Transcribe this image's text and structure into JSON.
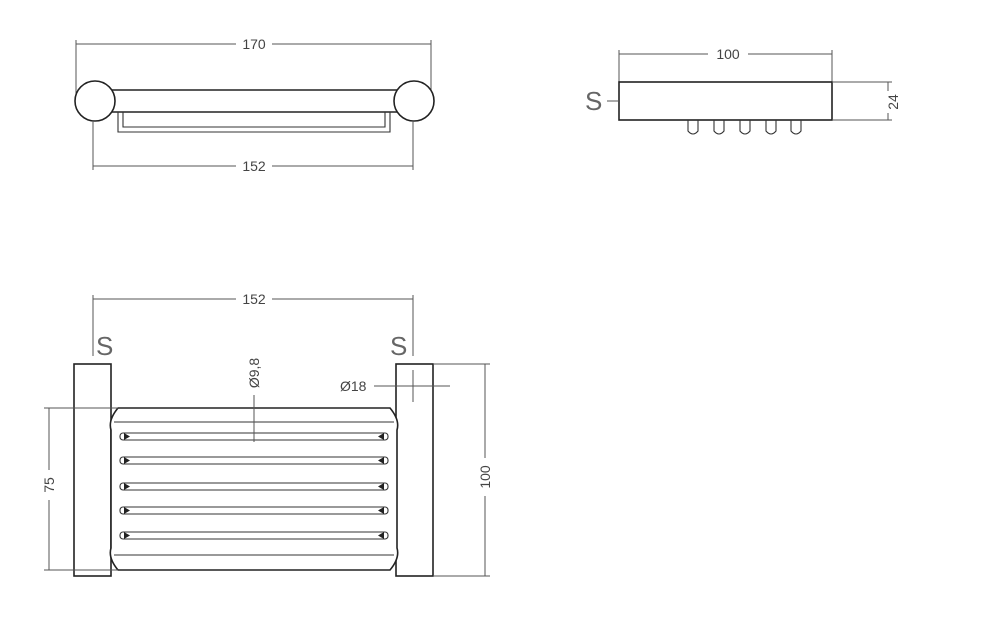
{
  "views": {
    "top": {
      "overall_width": "170",
      "inner_width": "152"
    },
    "side": {
      "width": "100",
      "height": "24",
      "section_mark": "S"
    },
    "front": {
      "inner_width": "152",
      "depth_overall": "100",
      "depth_inner": "75",
      "rod_diameter": "Ø9,8",
      "post_diameter": "Ø18",
      "section_mark_left": "S",
      "section_mark_right": "S"
    }
  },
  "colors": {
    "line": "#222222",
    "dimension": "#555555",
    "background": "#ffffff"
  }
}
